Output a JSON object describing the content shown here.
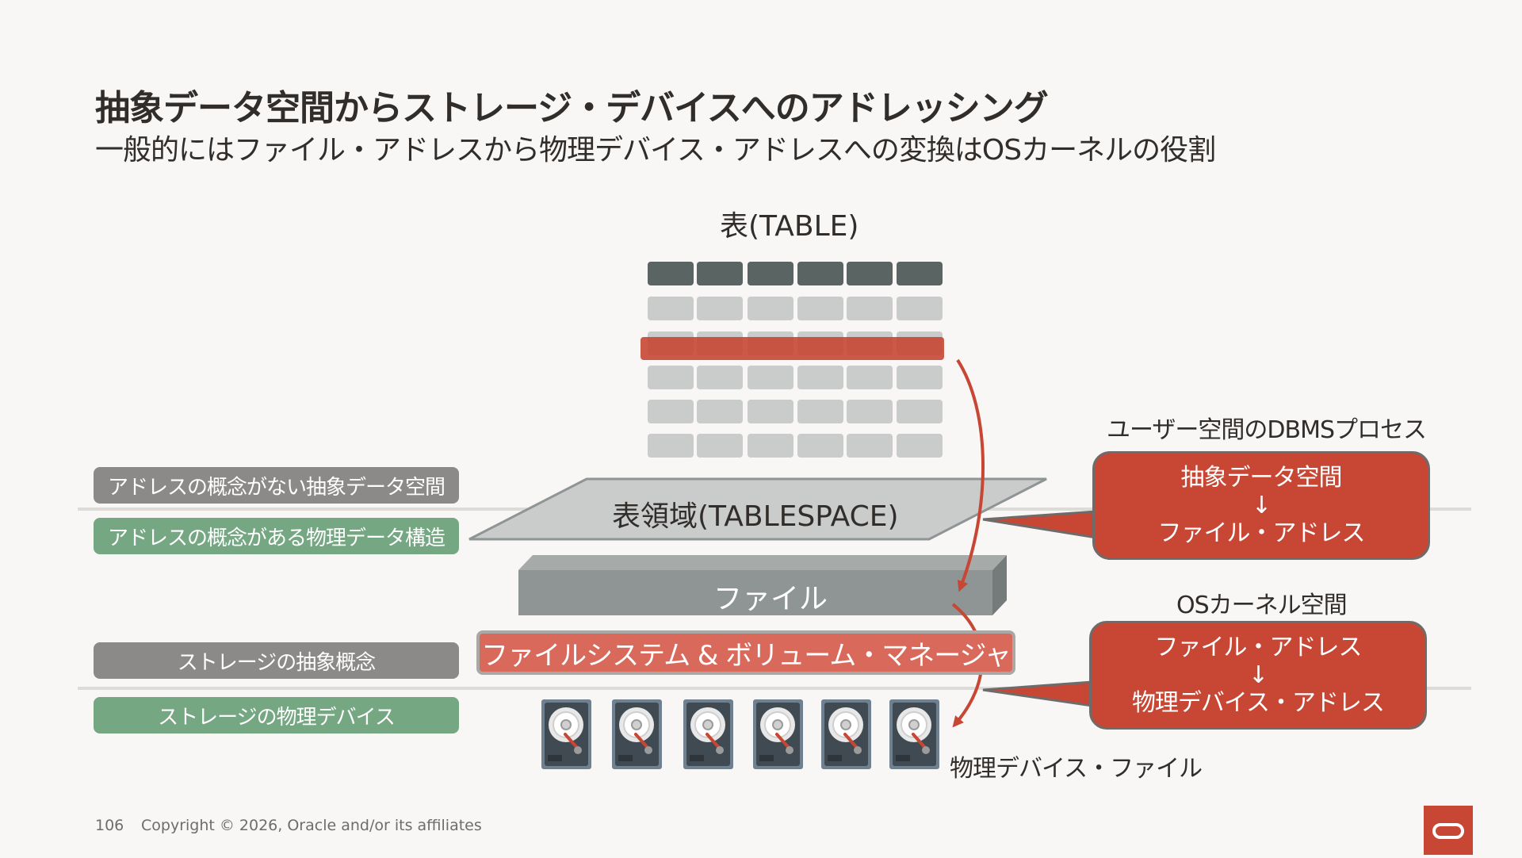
{
  "title": "抽象データ空間からストレージ・デバイスへのアドレッシング",
  "subtitle": "一般的にはファイル・アドレスから物理デバイス・アドレスへの変換はOSカーネルの役割",
  "diagram": {
    "table_label": "表(TABLE)",
    "tablespace_label": "表領域(TABLESPACE)",
    "file_label": "ファイル",
    "filesystem_label": "ファイルシステム & ボリューム・マネージャ",
    "physical_files_label": "物理デバイス・ファイル",
    "left_labels": [
      "アドレスの概念がない抽象データ空間",
      "アドレスの概念がある物理データ構造",
      "ストレージの抽象概念",
      "ストレージの物理デバイス"
    ],
    "callout1": {
      "header": "ユーザー空間のDBMSプロセス",
      "line1": "抽象データ空間",
      "arrow": "↓",
      "line2": "ファイル・アドレス"
    },
    "callout2": {
      "header": "OSカーネル空間",
      "line1": "ファイル・アドレス",
      "arrow": "↓",
      "line2": "物理デバイス・アドレス"
    },
    "disk_icon": "hard-disk-icon",
    "colors": {
      "accent_red": "#c74634",
      "table_header": "#5a6462",
      "table_cell": "#cacccb",
      "green": "#75a783",
      "gray": "#8b8a88"
    }
  },
  "footer": {
    "page_number": "106",
    "copyright": "Copyright © 2026, Oracle and/or its affiliates"
  },
  "logo_icon": "oracle-logo-icon"
}
